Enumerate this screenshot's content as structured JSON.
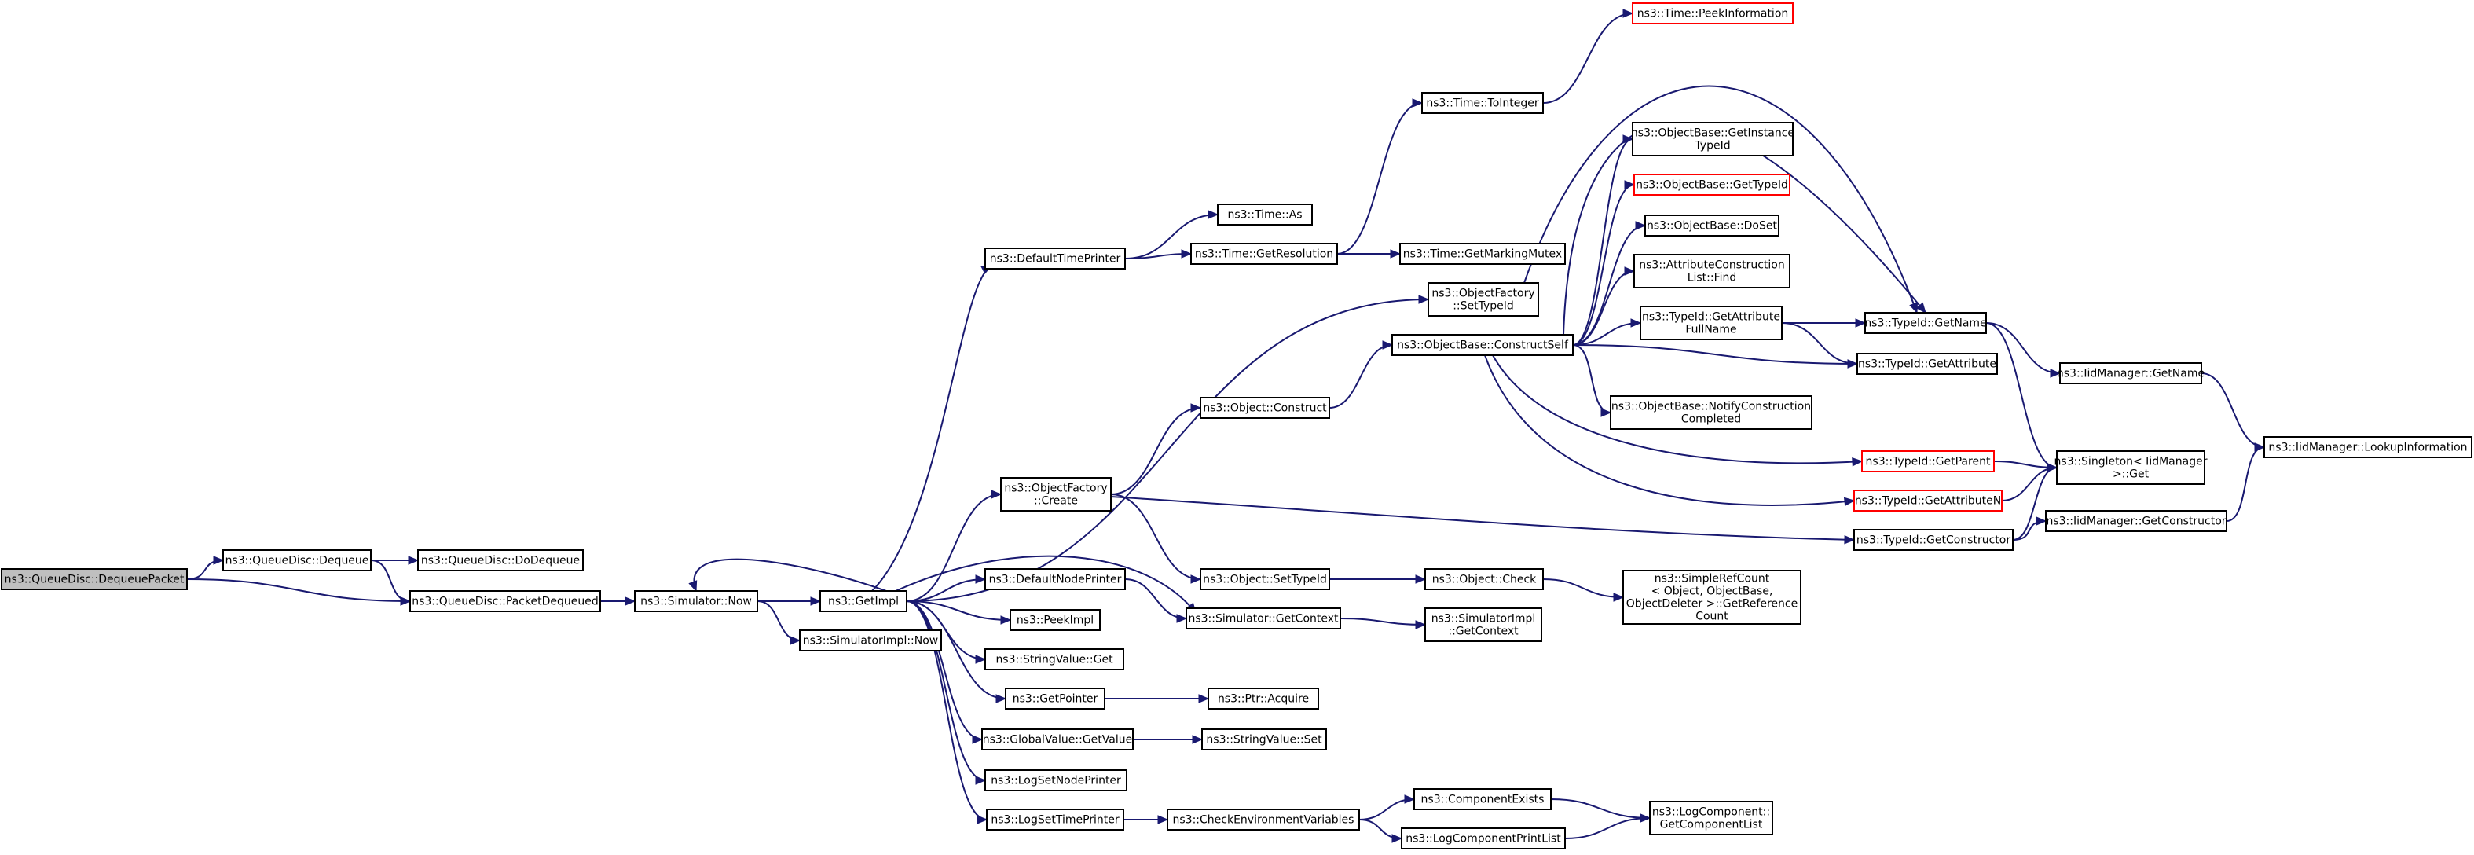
{
  "colors": {
    "edge": "#191970",
    "root_fill": "#bfbfbf",
    "node_border": "#000000",
    "red_border": "#ff0000",
    "background": "#ffffff"
  },
  "nodes": [
    {
      "id": "n0",
      "lines": [
        "ns3::QueueDisc::DequeuePacket"
      ],
      "style": "root"
    },
    {
      "id": "n1",
      "lines": [
        "ns3::QueueDisc::Dequeue"
      ],
      "style": "normal"
    },
    {
      "id": "n2",
      "lines": [
        "ns3::QueueDisc::DoDequeue"
      ],
      "style": "normal"
    },
    {
      "id": "n3",
      "lines": [
        "ns3::QueueDisc::PacketDequeued"
      ],
      "style": "normal"
    },
    {
      "id": "n4",
      "lines": [
        "ns3::Simulator::Now"
      ],
      "style": "normal"
    },
    {
      "id": "n5",
      "lines": [
        "ns3::GetImpl"
      ],
      "style": "normal"
    },
    {
      "id": "n6",
      "lines": [
        "ns3::SimulatorImpl::Now"
      ],
      "style": "normal"
    },
    {
      "id": "n7",
      "lines": [
        "ns3::DefaultTimePrinter"
      ],
      "style": "normal"
    },
    {
      "id": "n8",
      "lines": [
        "ns3::ObjectFactory",
        "::Create"
      ],
      "style": "normal"
    },
    {
      "id": "n9",
      "lines": [
        "ns3::DefaultNodePrinter"
      ],
      "style": "normal"
    },
    {
      "id": "n10",
      "lines": [
        "ns3::PeekImpl"
      ],
      "style": "normal"
    },
    {
      "id": "n11",
      "lines": [
        "ns3::StringValue::Get"
      ],
      "style": "normal"
    },
    {
      "id": "n12",
      "lines": [
        "ns3::GetPointer"
      ],
      "style": "normal"
    },
    {
      "id": "n13",
      "lines": [
        "ns3::GlobalValue::GetValue"
      ],
      "style": "normal"
    },
    {
      "id": "n14",
      "lines": [
        "ns3::LogSetNodePrinter"
      ],
      "style": "normal"
    },
    {
      "id": "n15",
      "lines": [
        "ns3::LogSetTimePrinter"
      ],
      "style": "normal"
    },
    {
      "id": "n16",
      "lines": [
        "ns3::Time::As"
      ],
      "style": "normal"
    },
    {
      "id": "n17",
      "lines": [
        "ns3::Time::GetResolution"
      ],
      "style": "normal"
    },
    {
      "id": "n18",
      "lines": [
        "ns3::Object::Construct"
      ],
      "style": "normal"
    },
    {
      "id": "n19",
      "lines": [
        "ns3::Object::SetTypeId"
      ],
      "style": "normal"
    },
    {
      "id": "n20",
      "lines": [
        "ns3::Simulator::GetContext"
      ],
      "style": "normal"
    },
    {
      "id": "n21",
      "lines": [
        "ns3::Ptr::Acquire"
      ],
      "style": "normal"
    },
    {
      "id": "n22",
      "lines": [
        "ns3::StringValue::Set"
      ],
      "style": "normal"
    },
    {
      "id": "n23",
      "lines": [
        "ns3::CheckEnvironmentVariables"
      ],
      "style": "normal"
    },
    {
      "id": "n24",
      "lines": [
        "ns3::Time::ToInteger"
      ],
      "style": "normal"
    },
    {
      "id": "n25",
      "lines": [
        "ns3::Time::GetMarkingMutex"
      ],
      "style": "normal"
    },
    {
      "id": "n26",
      "lines": [
        "ns3::ObjectFactory",
        "::SetTypeId"
      ],
      "style": "normal"
    },
    {
      "id": "n27",
      "lines": [
        "ns3::ObjectBase::ConstructSelf"
      ],
      "style": "normal"
    },
    {
      "id": "n28",
      "lines": [
        "ns3::Object::Check"
      ],
      "style": "normal"
    },
    {
      "id": "n29",
      "lines": [
        "ns3::SimulatorImpl",
        "::GetContext"
      ],
      "style": "normal"
    },
    {
      "id": "n30",
      "lines": [
        "ns3::ComponentExists"
      ],
      "style": "normal"
    },
    {
      "id": "n31",
      "lines": [
        "ns3::LogComponentPrintList"
      ],
      "style": "normal"
    },
    {
      "id": "n32",
      "lines": [
        "ns3::Time::PeekInformation"
      ],
      "style": "red"
    },
    {
      "id": "n33",
      "lines": [
        "ns3::ObjectBase::GetInstance",
        "TypeId"
      ],
      "style": "normal"
    },
    {
      "id": "n34",
      "lines": [
        "ns3::ObjectBase::GetTypeId"
      ],
      "style": "red"
    },
    {
      "id": "n35",
      "lines": [
        "ns3::ObjectBase::DoSet"
      ],
      "style": "normal"
    },
    {
      "id": "n36",
      "lines": [
        "ns3::AttributeConstruction",
        "List::Find"
      ],
      "style": "normal"
    },
    {
      "id": "n37",
      "lines": [
        "ns3::TypeId::GetAttribute",
        "FullName"
      ],
      "style": "normal"
    },
    {
      "id": "n38",
      "lines": [
        "ns3::ObjectBase::NotifyConstruction",
        "Completed"
      ],
      "style": "normal"
    },
    {
      "id": "n39",
      "lines": [
        "ns3::SimpleRefCount",
        "< Object, ObjectBase,",
        " ObjectDeleter >::GetReference",
        "Count"
      ],
      "style": "normal"
    },
    {
      "id": "n40",
      "lines": [
        "ns3::LogComponent::",
        "GetComponentList"
      ],
      "style": "normal"
    },
    {
      "id": "n41",
      "lines": [
        "ns3::TypeId::GetName"
      ],
      "style": "normal"
    },
    {
      "id": "n42",
      "lines": [
        "ns3::TypeId::GetAttribute"
      ],
      "style": "normal"
    },
    {
      "id": "n43",
      "lines": [
        "ns3::TypeId::GetParent"
      ],
      "style": "red"
    },
    {
      "id": "n44",
      "lines": [
        "ns3::TypeId::GetAttributeN"
      ],
      "style": "red"
    },
    {
      "id": "n45",
      "lines": [
        "ns3::TypeId::GetConstructor"
      ],
      "style": "normal"
    },
    {
      "id": "n46",
      "lines": [
        "ns3::IidManager::GetName"
      ],
      "style": "normal"
    },
    {
      "id": "n47",
      "lines": [
        "ns3::Singleton< IidManager",
        " >::Get"
      ],
      "style": "normal"
    },
    {
      "id": "n48",
      "lines": [
        "ns3::IidManager::GetConstructor"
      ],
      "style": "normal"
    },
    {
      "id": "n49",
      "lines": [
        "ns3::IidManager::LookupInformation"
      ],
      "style": "normal"
    }
  ],
  "edges": [
    [
      "n0",
      "n1"
    ],
    [
      "n0",
      "n3"
    ],
    [
      "n1",
      "n2"
    ],
    [
      "n1",
      "n3"
    ],
    [
      "n3",
      "n4"
    ],
    [
      "n4",
      "n5"
    ],
    [
      "n4",
      "n6"
    ],
    [
      "n5",
      "n4"
    ],
    [
      "n5",
      "n7"
    ],
    [
      "n5",
      "n8"
    ],
    [
      "n5",
      "n9"
    ],
    [
      "n5",
      "n10"
    ],
    [
      "n5",
      "n11"
    ],
    [
      "n5",
      "n12"
    ],
    [
      "n5",
      "n13"
    ],
    [
      "n5",
      "n14"
    ],
    [
      "n5",
      "n15"
    ],
    [
      "n5",
      "n20"
    ],
    [
      "n5",
      "n26"
    ],
    [
      "n7",
      "n16"
    ],
    [
      "n7",
      "n17"
    ],
    [
      "n17",
      "n24"
    ],
    [
      "n17",
      "n25"
    ],
    [
      "n24",
      "n32"
    ],
    [
      "n8",
      "n18"
    ],
    [
      "n8",
      "n19"
    ],
    [
      "n8",
      "n45"
    ],
    [
      "n9",
      "n20"
    ],
    [
      "n20",
      "n29"
    ],
    [
      "n12",
      "n21"
    ],
    [
      "n13",
      "n22"
    ],
    [
      "n15",
      "n23"
    ],
    [
      "n23",
      "n30"
    ],
    [
      "n23",
      "n31"
    ],
    [
      "n30",
      "n40"
    ],
    [
      "n31",
      "n40"
    ],
    [
      "n18",
      "n27"
    ],
    [
      "n19",
      "n28"
    ],
    [
      "n28",
      "n39"
    ],
    [
      "n26",
      "n41"
    ],
    [
      "n27",
      "n33"
    ],
    [
      "n27",
      "n34"
    ],
    [
      "n27",
      "n35"
    ],
    [
      "n27",
      "n36"
    ],
    [
      "n27",
      "n37"
    ],
    [
      "n27",
      "n38"
    ],
    [
      "n27",
      "n41"
    ],
    [
      "n27",
      "n42"
    ],
    [
      "n27",
      "n43"
    ],
    [
      "n27",
      "n44"
    ],
    [
      "n37",
      "n41"
    ],
    [
      "n37",
      "n42"
    ],
    [
      "n41",
      "n46"
    ],
    [
      "n41",
      "n47"
    ],
    [
      "n43",
      "n47"
    ],
    [
      "n44",
      "n47"
    ],
    [
      "n45",
      "n47"
    ],
    [
      "n45",
      "n48"
    ],
    [
      "n46",
      "n49"
    ],
    [
      "n48",
      "n49"
    ]
  ]
}
